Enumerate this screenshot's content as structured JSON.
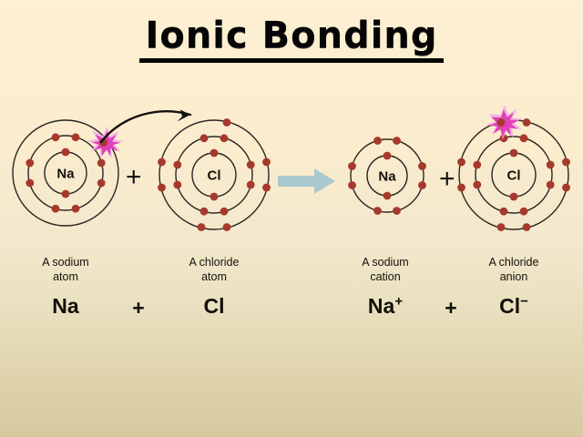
{
  "slide": {
    "title": "Ionic Bonding",
    "background_top_color": "#fdf0d3",
    "background_bottom_color": "#d6c9a0"
  },
  "colors": {
    "electron": "#a6392c",
    "electron_highlight": "#cf6656",
    "shell_line": "#2a2622",
    "star_fill": "#e040b8",
    "star_glow": "#f3a8e4",
    "arrow_block": "#a9c9cf",
    "text": "#15110c"
  },
  "reaction": {
    "transfer_arrow_label": "electron-transfer-arrow",
    "block_arrow_label": "reaction-arrow",
    "plus_sign": "+"
  },
  "species": [
    {
      "id": "sodium-atom",
      "nucleus_label": "Na",
      "caption_line1": "A sodium",
      "caption_line2": "atom",
      "formula": "Na",
      "formula_charge": "",
      "shell_electrons": [
        2,
        8,
        1
      ],
      "has_star": true,
      "star_position": "outer-shell-upper-right"
    },
    {
      "id": "chloride-atom",
      "nucleus_label": "Cl",
      "caption_line1": "A chloride",
      "caption_line2": "atom",
      "formula": "Cl",
      "formula_charge": "",
      "shell_electrons": [
        2,
        8,
        7
      ],
      "has_star": false,
      "star_position": ""
    },
    {
      "id": "sodium-cation",
      "nucleus_label": "Na",
      "caption_line1": "A sodium",
      "caption_line2": "cation",
      "formula": "Na",
      "formula_charge": "+",
      "shell_electrons": [
        2,
        8
      ],
      "has_star": false,
      "star_position": ""
    },
    {
      "id": "chloride-anion",
      "nucleus_label": "Cl",
      "caption_line1": "A chloride",
      "caption_line2": "anion",
      "formula": "Cl",
      "formula_charge": "−",
      "shell_electrons": [
        2,
        8,
        8
      ],
      "has_star": true,
      "star_position": "outer-shell-upper-left"
    }
  ]
}
